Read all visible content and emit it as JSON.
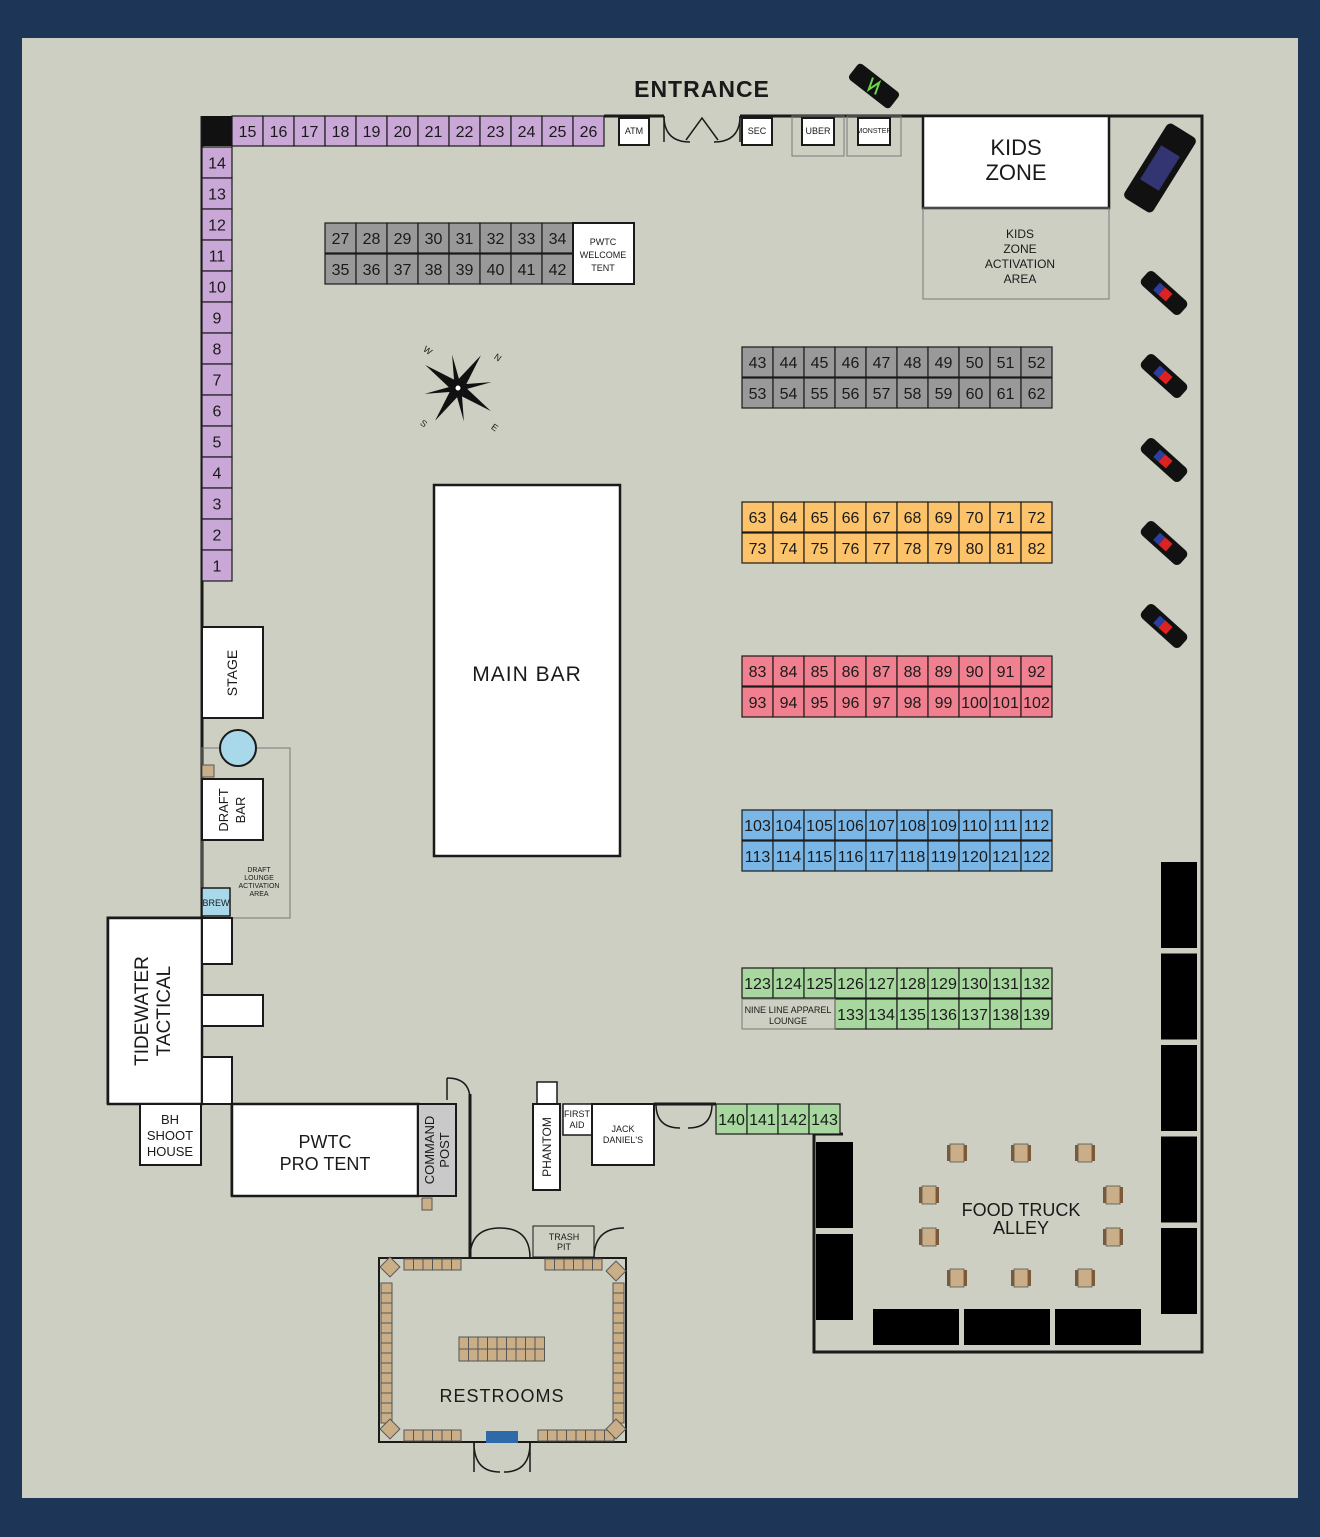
{
  "colors": {
    "frame": "#1d3557",
    "ground": "#cdcfc2",
    "purple": "#c9a7d6",
    "gray": "#999999",
    "orange": "#fcc36b",
    "pink": "#f0808f",
    "blue": "#7ab7e7",
    "green": "#a8d8a0",
    "tan": "#c9ae88",
    "light_blue": "#a8d8ea"
  },
  "labels": {
    "entrance": "ENTRANCE",
    "kids_zone": [
      "KIDS",
      "ZONE"
    ],
    "kids_activation": [
      "KIDS",
      "ZONE",
      "ACTIVATION",
      "AREA"
    ],
    "welcome_tent": [
      "PWTC",
      "WELCOME",
      "TENT"
    ],
    "atm": "ATM",
    "sec": "SEC",
    "uber": "UBER",
    "monster": "MONSTER",
    "stage": "STAGE",
    "main_bar": "MAIN BAR",
    "draft_bar": [
      "DRAFT",
      "BAR"
    ],
    "draft_lounge": [
      "DRAFT",
      "LOUNGE",
      "ACTIVATION",
      "AREA"
    ],
    "brew": "BREW",
    "tidewater": [
      "TIDEWATER",
      "TACTICAL"
    ],
    "bh_shoot": [
      "BH",
      "SHOOT",
      "HOUSE"
    ],
    "pro_tent": [
      "PWTC",
      "PRO TENT"
    ],
    "command_post": [
      "COMMAND",
      "POST"
    ],
    "phantom": "PHANTOM",
    "first_aid": [
      "FIRST",
      "AID"
    ],
    "jack_daniels": [
      "JACK",
      "DANIEL'S"
    ],
    "trash_pit": [
      "TRASH",
      "PIT"
    ],
    "restrooms": "RESTROOMS",
    "food_truck": [
      "FOOD TRUCK",
      "ALLEY"
    ],
    "nine_line": [
      "NINE LINE APPAREL",
      "LOUNGE"
    ],
    "compass": {
      "n": "N",
      "e": "E",
      "s": "S",
      "w": "W"
    }
  },
  "booths": {
    "top_row": [
      "15",
      "16",
      "17",
      "18",
      "19",
      "20",
      "21",
      "22",
      "23",
      "24",
      "25",
      "26"
    ],
    "left_col": [
      "14",
      "13",
      "12",
      "11",
      "10",
      "9",
      "8",
      "7",
      "6",
      "5",
      "4",
      "3",
      "2",
      "1"
    ],
    "gray_a_top": [
      "27",
      "28",
      "29",
      "30",
      "31",
      "32",
      "33",
      "34"
    ],
    "gray_a_bottom": [
      "35",
      "36",
      "37",
      "38",
      "39",
      "40",
      "41",
      "42"
    ],
    "gray_b_top": [
      "43",
      "44",
      "45",
      "46",
      "47",
      "48",
      "49",
      "50",
      "51",
      "52"
    ],
    "gray_b_bottom": [
      "53",
      "54",
      "55",
      "56",
      "57",
      "58",
      "59",
      "60",
      "61",
      "62"
    ],
    "orange_top": [
      "63",
      "64",
      "65",
      "66",
      "67",
      "68",
      "69",
      "70",
      "71",
      "72"
    ],
    "orange_bottom": [
      "73",
      "74",
      "75",
      "76",
      "77",
      "78",
      "79",
      "80",
      "81",
      "82"
    ],
    "pink_top": [
      "83",
      "84",
      "85",
      "86",
      "87",
      "88",
      "89",
      "90",
      "91",
      "92"
    ],
    "pink_bottom": [
      "93",
      "94",
      "95",
      "96",
      "97",
      "98",
      "99",
      "100",
      "101",
      "102"
    ],
    "blue_top": [
      "103",
      "104",
      "105",
      "106",
      "107",
      "108",
      "109",
      "110",
      "111",
      "112"
    ],
    "blue_bottom": [
      "113",
      "114",
      "115",
      "116",
      "117",
      "118",
      "119",
      "120",
      "121",
      "122"
    ],
    "green_top": [
      "123",
      "124",
      "125",
      "126",
      "127",
      "128",
      "129",
      "130",
      "131",
      "132"
    ],
    "green_bottom": [
      "133",
      "134",
      "135",
      "136",
      "137",
      "138",
      "139"
    ],
    "green_small": [
      "140",
      "141",
      "142",
      "143"
    ]
  }
}
